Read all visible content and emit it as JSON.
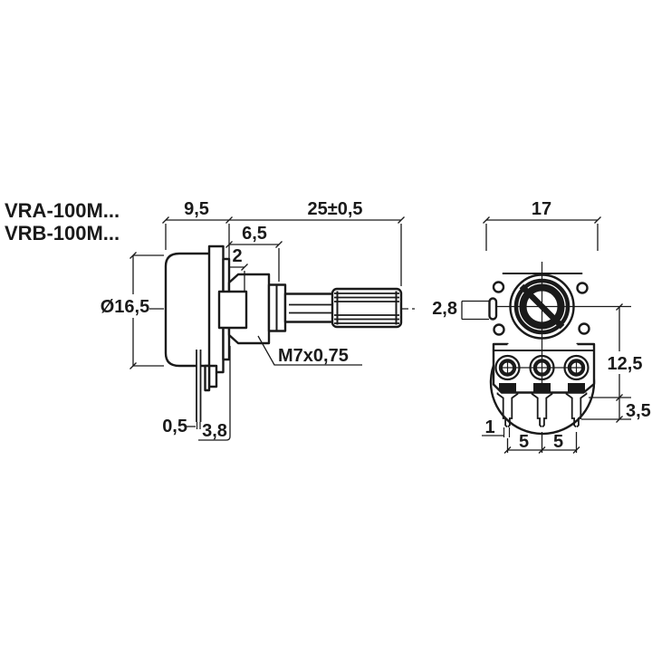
{
  "product_labels": {
    "line1": "VRA-100M...",
    "line2": "VRB-100M..."
  },
  "side_view": {
    "dim_body_depth": "9,5",
    "dim_shaft_length": "25±0,5",
    "dim_thread_length": "6,5",
    "dim_step": "2",
    "dim_body_diameter": "Ø16,5",
    "thread_spec": "M7x0,75",
    "dim_pin_thickness": "0,5",
    "dim_pin_offset": "3,8"
  },
  "front_view": {
    "dim_width": "17",
    "dim_slot": "2,8",
    "dim_center_to_pin": "12,5",
    "dim_pin_shoulder": "3,5",
    "dim_pin_tip": "1",
    "dim_pitch_left": "5",
    "dim_pitch_right": "5"
  },
  "colors": {
    "line": "#1a1a1a",
    "background": "#ffffff"
  }
}
